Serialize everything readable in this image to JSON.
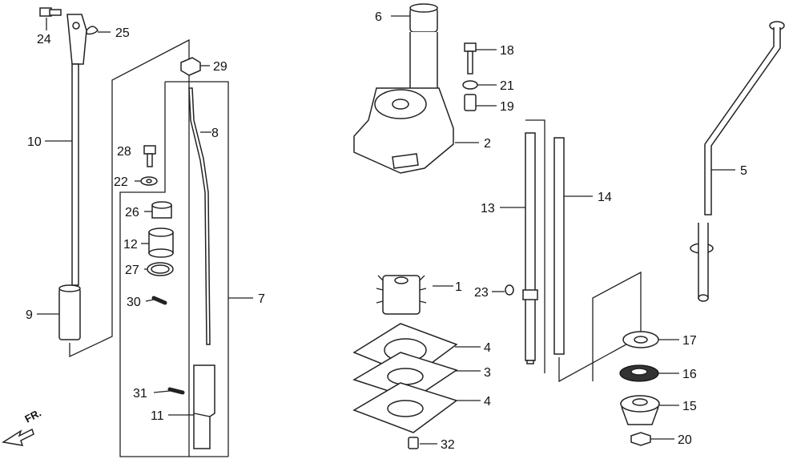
{
  "callouts": [
    "1",
    "2",
    "3",
    "4",
    "4",
    "5",
    "6",
    "7",
    "8",
    "9",
    "10",
    "11",
    "12",
    "13",
    "14",
    "15",
    "16",
    "17",
    "18",
    "19",
    "20",
    "21",
    "22",
    "23",
    "24",
    "25",
    "26",
    "27",
    "28",
    "29",
    "30",
    "31",
    "32"
  ],
  "direction_marker": "FR."
}
